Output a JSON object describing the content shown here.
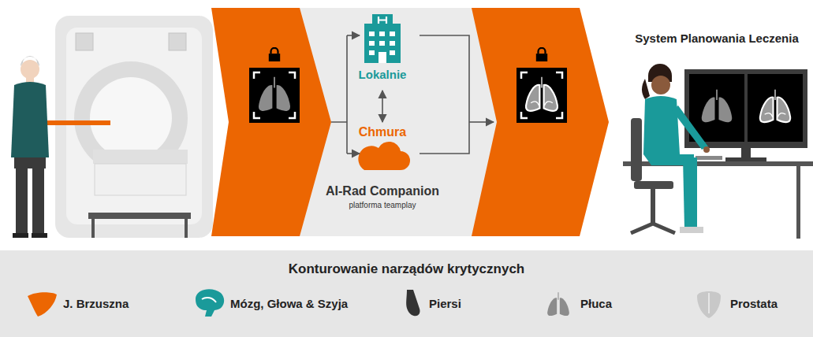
{
  "diagram": {
    "nodes": [
      {
        "text": [
          "Lokalnie"
        ]
      },
      {
        "text": [
          "Chmura",
          "AI-Rad Companion",
          "platforma teamplay"
        ]
      },
      {
        "text": [
          "System Planowania Leczenia"
        ]
      },
      {
        "text": [
          "Konturowanie narządów krytycznych"
        ]
      },
      {
        "text": [
          "J. Brzuszna"
        ],
        "in": 3
      },
      {
        "text": [
          "Mózg, Głowa & Szyja"
        ],
        "in": 3
      },
      {
        "text": [
          "Piersi"
        ],
        "in": 3
      },
      {
        "text": [
          "Płuca"
        ],
        "in": 3
      },
      {
        "text": [
          "Prostata"
        ],
        "in": 3
      }
    ],
    "edges": [
      {
        "from": 0,
        "to": 1,
        "arrow": "both"
      }
    ]
  }
}
